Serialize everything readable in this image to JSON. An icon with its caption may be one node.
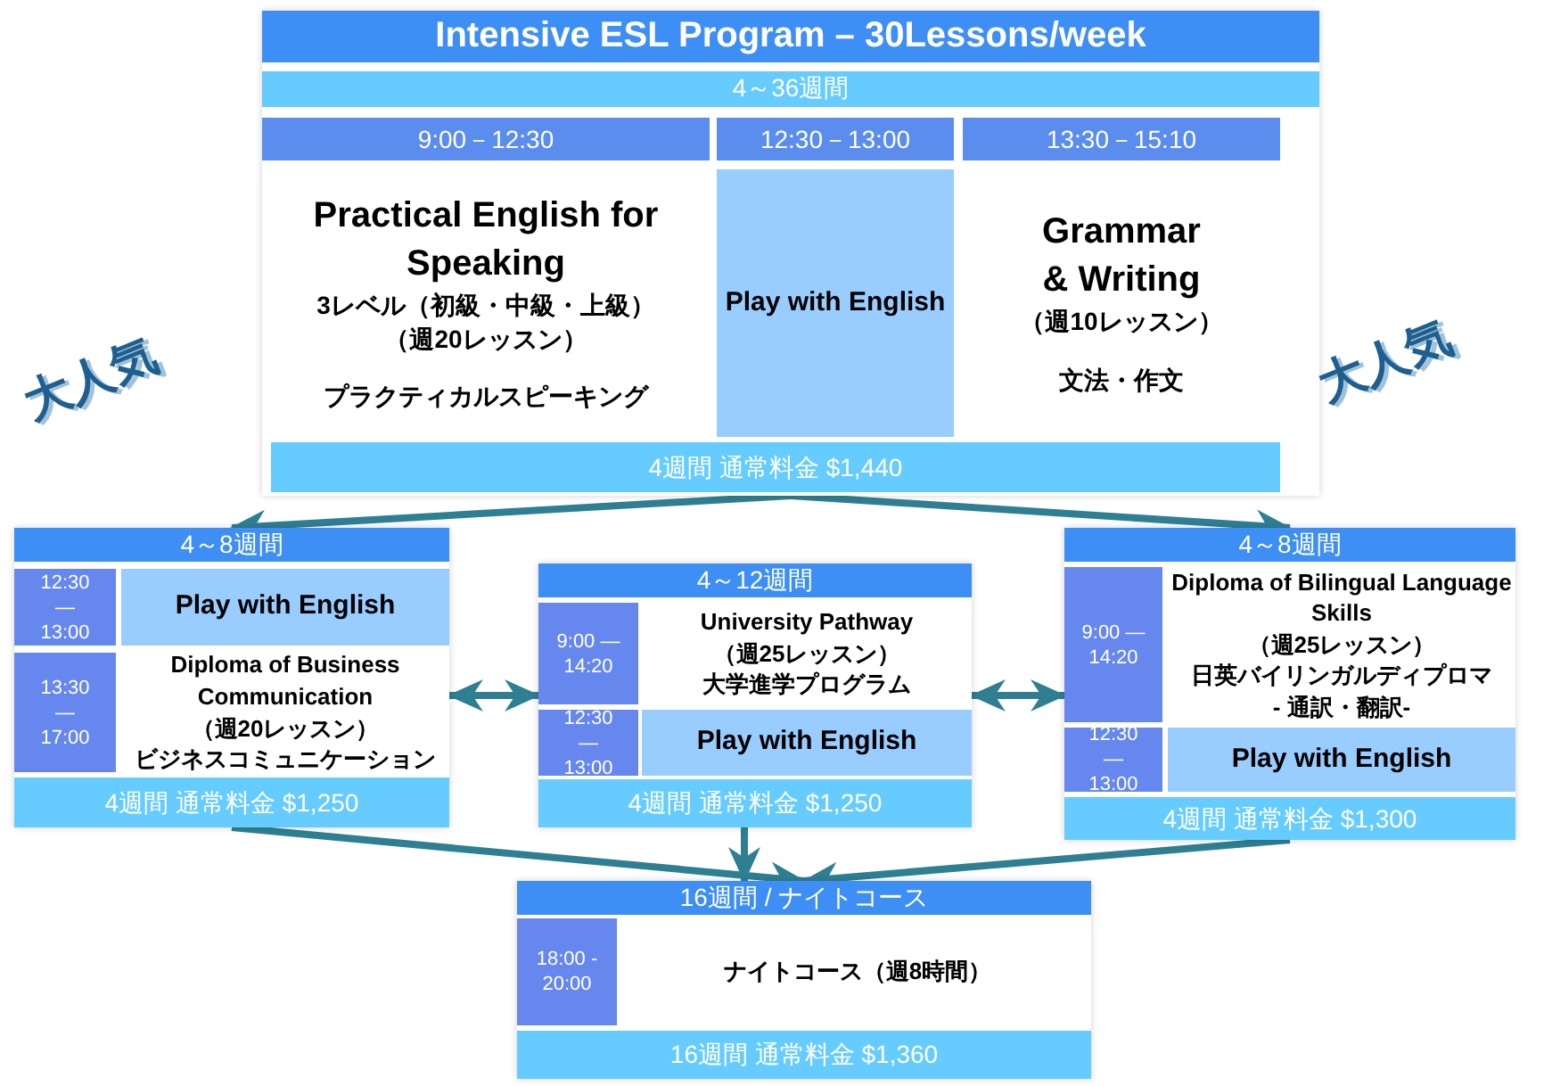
{
  "diagram": {
    "nodes": [
      {
        "text": [
          "Intensive ESL Program – 30Lessons/week",
          "4～36週間"
        ]
      },
      {
        "text": [
          "9:00－12:30"
        ],
        "in": 0
      },
      {
        "text": [
          "12:30－13:00"
        ],
        "in": 0
      },
      {
        "text": [
          "13:30－15:10"
        ],
        "in": 0
      },
      {
        "text": [
          "Practical English for Speaking",
          "3レベル（初級・中級・上級）",
          "（週20レッスン）",
          "プラクティカルスピーキング"
        ],
        "in": 0
      },
      {
        "text": [
          "Play with English"
        ],
        "in": 0
      },
      {
        "text": [
          "Grammar & Writing",
          "（週10レッスン）",
          "文法・作文"
        ],
        "in": 0
      },
      {
        "text": [
          "4週間 通常料金 $1,440"
        ],
        "in": 0
      },
      {
        "text": [
          "4～8週間"
        ]
      },
      {
        "text": [
          "12:30 — 13:00"
        ],
        "in": 8
      },
      {
        "text": [
          "Play with English"
        ],
        "in": 8
      },
      {
        "text": [
          "13:30 — 17:00"
        ],
        "in": 8
      },
      {
        "text": [
          "Diploma of Business Communication",
          "（週20レッスン）",
          "ビジネスコミュニケーション"
        ],
        "in": 8
      },
      {
        "text": [
          "4週間 通常料金 $1,250"
        ],
        "in": 8
      },
      {
        "text": [
          "4～12週間"
        ]
      },
      {
        "text": [
          "9:00 — 14:20"
        ],
        "in": 14
      },
      {
        "text": [
          "University Pathway",
          "（週25レッスン）",
          "大学進学プログラム"
        ],
        "in": 14
      },
      {
        "text": [
          "12:30 — 13:00"
        ],
        "in": 14
      },
      {
        "text": [
          "Play with English"
        ],
        "in": 14
      },
      {
        "text": [
          "4週間 通常料金 $1,250"
        ],
        "in": 14
      },
      {
        "text": [
          "4～8週間"
        ]
      },
      {
        "text": [
          "9:00 — 14:20"
        ],
        "in": 20
      },
      {
        "text": [
          "Diploma of Bilingual Language Skills",
          "（週25レッスン）",
          "日英バイリンガルディプロマ",
          "- 通訳・翻訳-"
        ],
        "in": 20
      },
      {
        "text": [
          "12:30 — 13:00"
        ],
        "in": 20
      },
      {
        "text": [
          "Play with English"
        ],
        "in": 20
      },
      {
        "text": [
          "4週間 通常料金 $1,300"
        ],
        "in": 20
      },
      {
        "text": [
          "16週間 / ナイトコース"
        ]
      },
      {
        "text": [
          "18:00 - 20:00"
        ],
        "in": 26
      },
      {
        "text": [
          "ナイトコース（週8時間）"
        ],
        "in": 26
      },
      {
        "text": [
          "16週間 通常料金 $1,360"
        ],
        "in": 26
      }
    ],
    "edges": [
      {
        "from": 0,
        "to": 8,
        "arrow": "to"
      },
      {
        "from": 0,
        "to": 20,
        "arrow": "to"
      },
      {
        "from": 8,
        "to": 14,
        "arrow": "both"
      },
      {
        "from": 14,
        "to": 20,
        "arrow": "both"
      },
      {
        "from": 14,
        "to": 26,
        "arrow": "to"
      },
      {
        "from": 8,
        "to": 26,
        "arrow": "to"
      },
      {
        "from": 20,
        "to": 26,
        "arrow": "to"
      }
    ],
    "labels": [
      "大人気",
      "大人気"
    ]
  }
}
